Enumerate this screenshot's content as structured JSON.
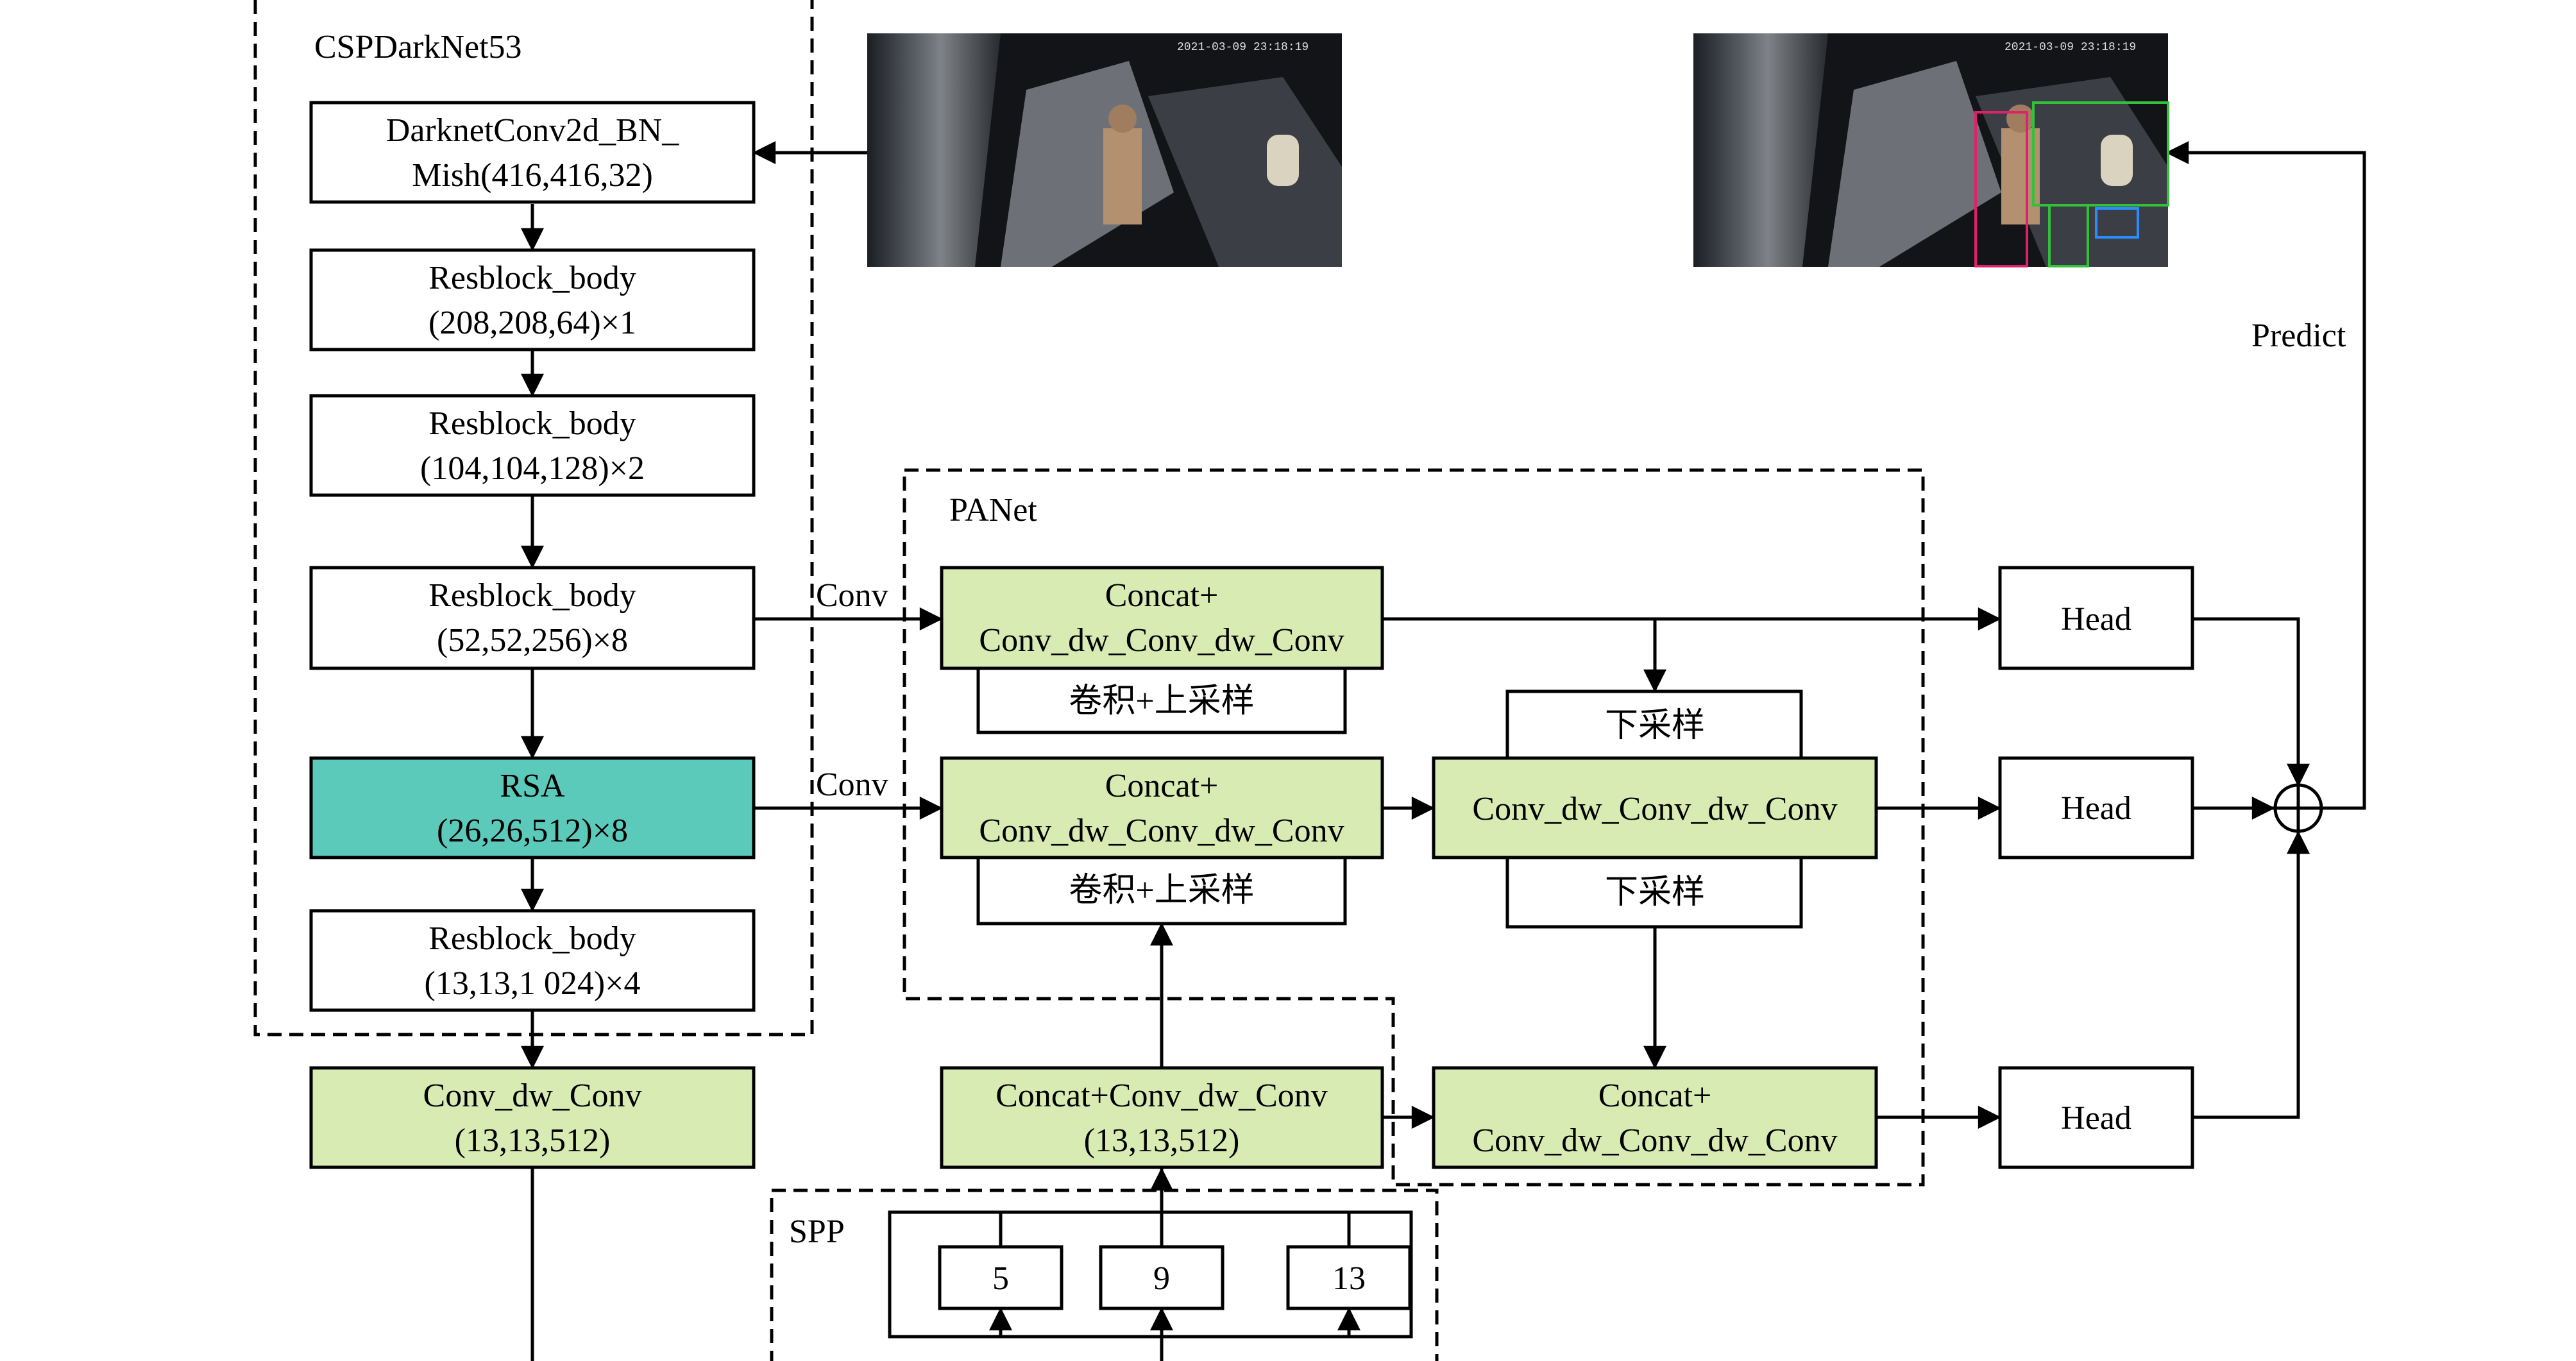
{
  "backbone": {
    "title": "CSPDarkNet53",
    "blocks": [
      {
        "line1": "DarknetConv2d_BN_",
        "line2": "Mish(416,416,32)"
      },
      {
        "line1": "Resblock_body",
        "line2": "(208,208,64)×1"
      },
      {
        "line1": "Resblock_body",
        "line2": "(104,104,128)×2"
      },
      {
        "line1": "Resblock_body",
        "line2": "(52,52,256)×8"
      },
      {
        "line1": "RSA",
        "line2": "(26,26,512)×8"
      },
      {
        "line1": "Resblock_body",
        "line2": "(13,13,1 024)×4"
      }
    ],
    "post": {
      "line1": "Conv_dw_Conv",
      "line2": "(13,13,512)"
    }
  },
  "panet": {
    "title": "PANet",
    "concat_top": {
      "line1": "Concat+",
      "line2": "Conv_dw_Conv_dw_Conv"
    },
    "upsample_1": "卷积+上采样",
    "concat_mid": {
      "line1": "Concat+",
      "line2": "Conv_dw_Conv_dw_Conv"
    },
    "upsample_2": "卷积+上采样",
    "concat_bottom": {
      "line1": "Concat+Conv_dw_Conv",
      "line2": "(13,13,512)"
    },
    "downsample_top": "下采样",
    "mid_right": "Conv_dw_Conv_dw_Conv",
    "downsample_bottom": "下采样",
    "concat_right_bottom": {
      "line1": "Concat+",
      "line2": "Conv_dw_Conv_dw_Conv"
    }
  },
  "edge_labels": {
    "conv_1": "Conv",
    "conv_2": "Conv",
    "predict": "Predict"
  },
  "spp": {
    "title": "SPP",
    "pools": [
      "5",
      "9",
      "13"
    ]
  },
  "heads": [
    "Head",
    "Head",
    "Head"
  ],
  "input_image": {
    "timestamp": "2021-03-09 23:18:19"
  },
  "output_image": {
    "timestamp": "2021-03-09 23:18:19"
  },
  "colors": {
    "green": "#d8ebb3",
    "teal": "#5ccabb"
  }
}
